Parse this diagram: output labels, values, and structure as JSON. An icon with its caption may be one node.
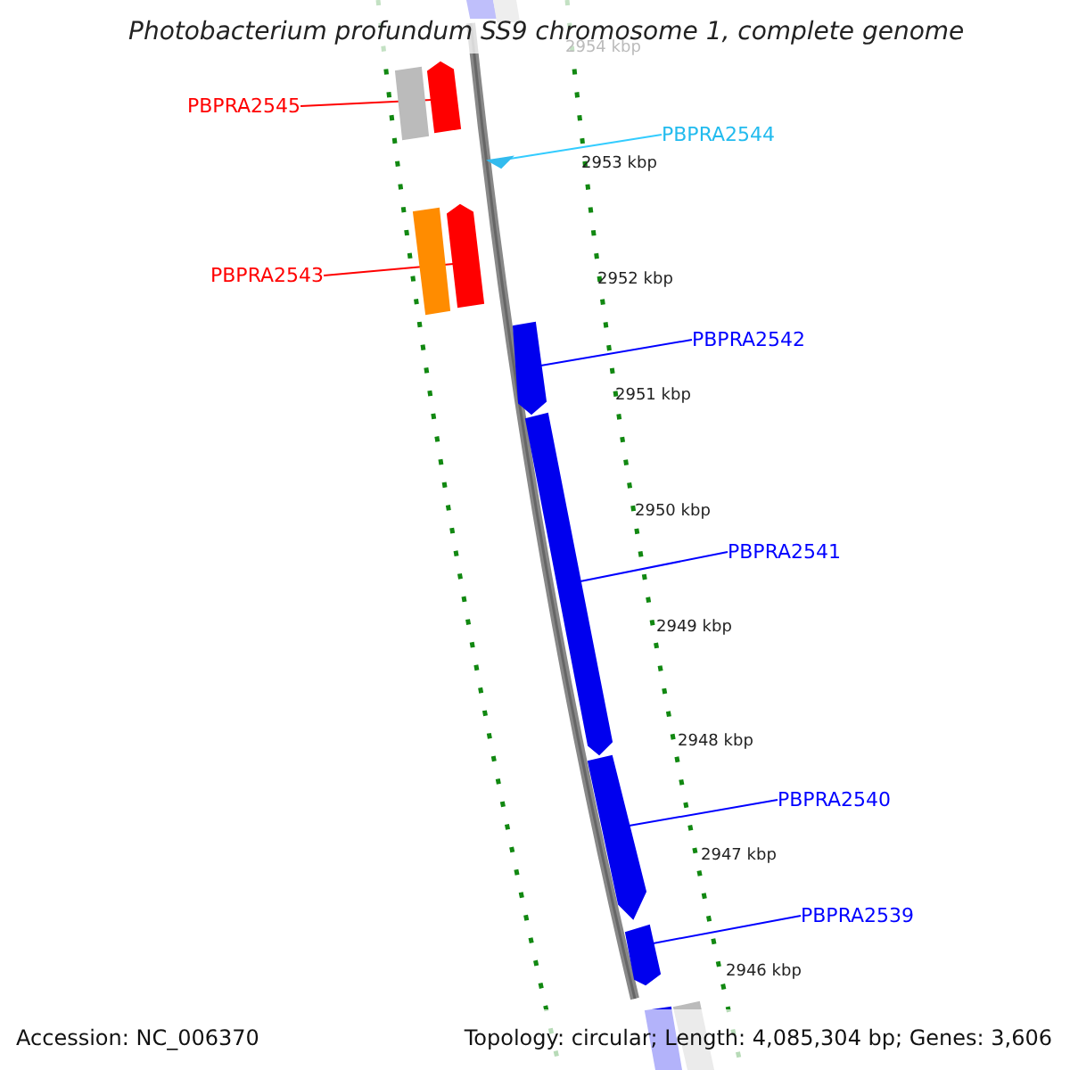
{
  "diagram": {
    "title": "Photobacterium profundum SS9 chromosome 1, complete genome",
    "nodes": [
      {
        "text": [
          "PBPRA2545"
        ]
      },
      {
        "text": [],
        "shape": "bar"
      },
      {
        "text": [
          "PBPRA2544"
        ]
      },
      {
        "text": [],
        "shape": "triangle"
      },
      {
        "text": [
          "PBPRA2543"
        ]
      },
      {
        "text": [],
        "shape": "bar"
      },
      {
        "text": [
          "PBPRA2542"
        ]
      },
      {
        "text": [],
        "shape": "bar"
      },
      {
        "text": [
          "PBPRA2541"
        ]
      },
      {
        "text": [],
        "shape": "bar"
      },
      {
        "text": [
          "PBPRA2540"
        ]
      },
      {
        "text": [],
        "shape": "bar"
      },
      {
        "text": [
          "PBPRA2539"
        ]
      },
      {
        "text": [],
        "shape": "bar"
      },
      {
        "text": [],
        "shape": "bar"
      },
      {
        "text": [],
        "shape": "bar"
      },
      {
        "text": [],
        "shape": "bar"
      },
      {
        "text": [],
        "shape": "bar"
      },
      {
        "text": [],
        "shape": "bar"
      },
      {
        "text": [],
        "shape": "bar"
      }
    ],
    "edges": [
      {
        "from": 0,
        "to": 1,
        "arrow": "none",
        "color": "#ff0000"
      },
      {
        "from": 2,
        "to": 3,
        "arrow": "none",
        "color": "#33ccff"
      },
      {
        "from": 4,
        "to": 5,
        "arrow": "none",
        "color": "#ff0000"
      },
      {
        "from": 6,
        "to": 7,
        "arrow": "none"
      },
      {
        "from": 8,
        "to": 9,
        "arrow": "none"
      },
      {
        "from": 10,
        "to": 11,
        "arrow": "none"
      },
      {
        "from": 12,
        "to": 13,
        "arrow": "none"
      }
    ],
    "labels": [
      "2954 kbp",
      "2953 kbp",
      "2952 kbp",
      "2951 kbp",
      "2950 kbp",
      "2949 kbp",
      "2948 kbp",
      "2947 kbp",
      "2946 kbp",
      "Accession: NC_006370",
      "Topology: circular; Length: 4,085,304 bp; Genes: 3,606"
    ]
  }
}
